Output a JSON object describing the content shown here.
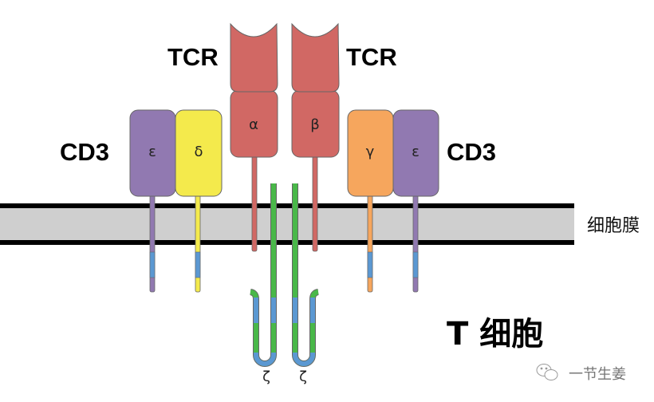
{
  "labels": {
    "tcr_left": "TCR",
    "tcr_right": "TCR",
    "cd3_left": "CD3",
    "cd3_right": "CD3",
    "membrane": "细胞膜",
    "cell": "T 细胞",
    "watermark": "一节生姜"
  },
  "chains": {
    "tcr_alpha": {
      "symbol": "α",
      "color": "#d16864"
    },
    "tcr_beta": {
      "symbol": "β",
      "color": "#d16864"
    },
    "cd3_epsilon_left": {
      "symbol": "ε",
      "color": "#9179b1"
    },
    "cd3_delta": {
      "symbol": "δ",
      "color": "#f4ea4c"
    },
    "cd3_gamma": {
      "symbol": "γ",
      "color": "#f6a65d"
    },
    "cd3_epsilon_right": {
      "symbol": "ε",
      "color": "#9179b1"
    },
    "zeta_left": {
      "symbol": "ζ",
      "color": "#49b849"
    },
    "zeta_right": {
      "symbol": "ζ",
      "color": "#49b849"
    }
  },
  "colors": {
    "itam": "#5b98d2",
    "membrane_fill": "#cfcfcf",
    "membrane_border": "#000000",
    "outline": "#666666"
  },
  "icons": {
    "watermark_icon": "wechat-icon"
  }
}
